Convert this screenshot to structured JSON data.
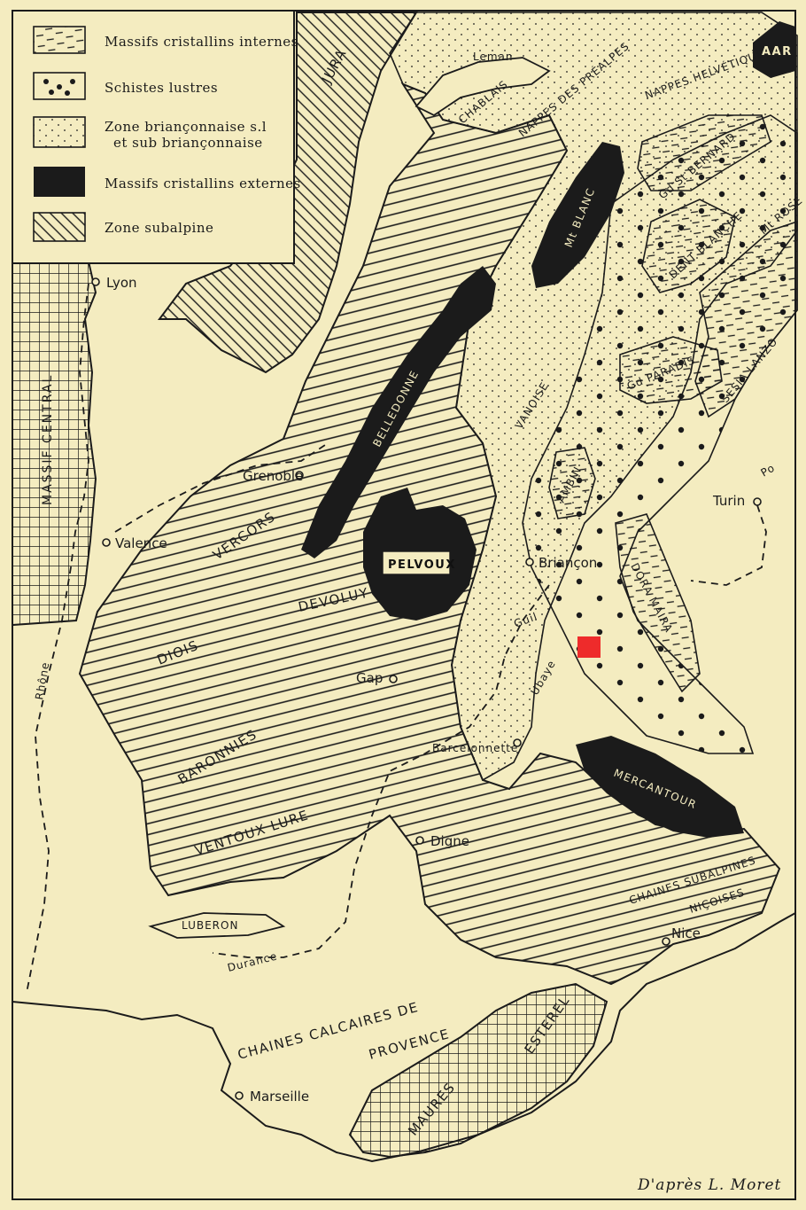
{
  "legend": {
    "items": [
      {
        "label": "Massifs cristallins internes",
        "pattern": "dashes"
      },
      {
        "label": "Schistes lustres",
        "pattern": "dots"
      },
      {
        "label": "Zone briançonnaise s.l",
        "label2": "et sub briançonnaise",
        "pattern": "fine-dots"
      },
      {
        "label": "Massifs cristallins externes",
        "pattern": "solid-black"
      },
      {
        "label": "Zone subalpine",
        "pattern": "diagonal-lines"
      }
    ]
  },
  "regions": {
    "jura": "JURA",
    "massif_central": "MASSIF CENTRAL",
    "chablais": "CHABLAIS",
    "prealpes": "NAPPES DES PRÉALPES",
    "helvetiques": "NAPPES HELVÉTIQUES",
    "aar": "AAR",
    "mt_blanc": "Mt BLANC",
    "belledonne": "BELLEDONNE",
    "pelvoux": "PELVOUX",
    "mercantour": "MERCANTOUR",
    "st_bernard": "Gd St BERNARD",
    "dent_blanche": "DENT BLANCHE",
    "mt_rose": "Mt ROSE",
    "gd_paradis": "Gd PARADIS",
    "sesia_lanzo": "SESIA LANZO",
    "vanoise": "VANOISE",
    "ambin": "AMBIN",
    "dora_maira": "DORA MAIRA",
    "vercors": "VERCORS",
    "devoluy": "DEVOLUY",
    "diois": "DIOIS",
    "baronnies": "BARONNIES",
    "ventoux_lure": "VENTOUX LURE",
    "luberon": "LUBERON",
    "chaines_subalpines": "CHAINES SUBALPINES",
    "nicoises": "NIÇOISES",
    "calcaires_1": "CHAINES CALCAIRES DE",
    "calcaires_2": "PROVENCE",
    "maures": "MAURES",
    "esterel": "ESTEREL"
  },
  "cities": {
    "lyon": "Lyon",
    "grenoble": "Grenoble",
    "valence": "Valence",
    "briancon": "Briançon",
    "gap": "Gap",
    "barcelonnette": "Barcelonnette",
    "digne": "Digne",
    "nice": "Nice",
    "turin": "Turin",
    "marseille": "Marseille"
  },
  "water": {
    "leman": "Leman",
    "rhone": "Rhône",
    "durance": "Durance",
    "guil": "Guil",
    "ubaye": "Ubaye",
    "po": "Po"
  },
  "credit": "D'après L. Moret",
  "colors": {
    "paper": "#f4ecc0",
    "ink": "#1b1b1b",
    "marker": "#ee2b2b"
  }
}
